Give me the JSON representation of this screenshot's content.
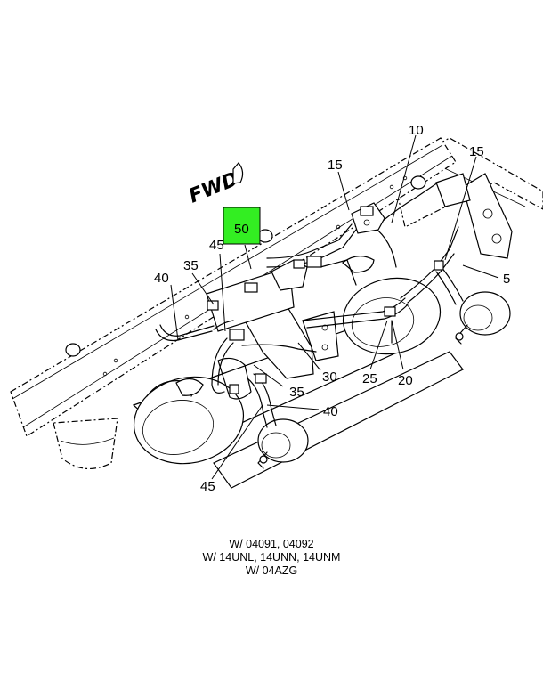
{
  "direction_label": "FWD",
  "highlight_color": "#33ee22",
  "callouts": {
    "c10": "10",
    "c15a": "15",
    "c15b": "15",
    "c5": "5",
    "c50": "50",
    "c45a": "45",
    "c35a": "35",
    "c40a": "40",
    "c30": "30",
    "c35b": "35",
    "c25": "25",
    "c20": "20",
    "c40b": "40",
    "c45b": "45"
  },
  "notes": [
    "W/ 04091, 04092",
    "W/ 14UNL, 14UNN, 14UNM",
    "W/ 04AZG"
  ]
}
